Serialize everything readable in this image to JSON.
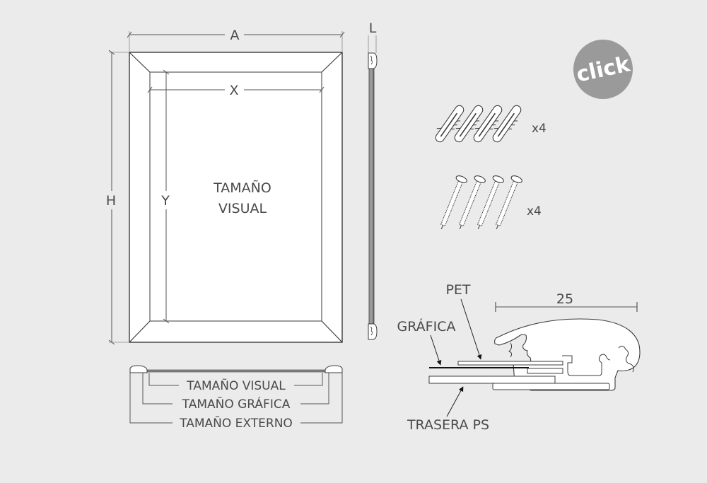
{
  "diagram": {
    "frame_front": {
      "dim_width_outer": "A",
      "dim_width_visual": "X",
      "dim_height_outer": "H",
      "dim_height_visual": "Y",
      "center_label_line1": "TAMAÑO",
      "center_label_line2": "VISUAL"
    },
    "frame_side": {
      "dim_depth": "L"
    },
    "frame_bottom": {
      "labels": [
        "TAMAÑO VISUAL",
        "TAMAÑO GRÁFICA",
        "TAMAÑO EXTERNO"
      ]
    },
    "accessories": {
      "wall_plugs_qty": "x4",
      "screws_qty": "x4"
    },
    "profile_section": {
      "dimension": "25",
      "label_pet": "PET",
      "label_graphic": "GRÁFICA",
      "label_backing": "TRASERA PS"
    },
    "click_button": {
      "label": "click",
      "color": "#9a9a9a",
      "text_color": "#ffffff"
    },
    "colors": {
      "background": "#ebebeb",
      "line": "#3c3c3c",
      "fill": "#ffffff",
      "text": "#4a4a4a"
    }
  }
}
